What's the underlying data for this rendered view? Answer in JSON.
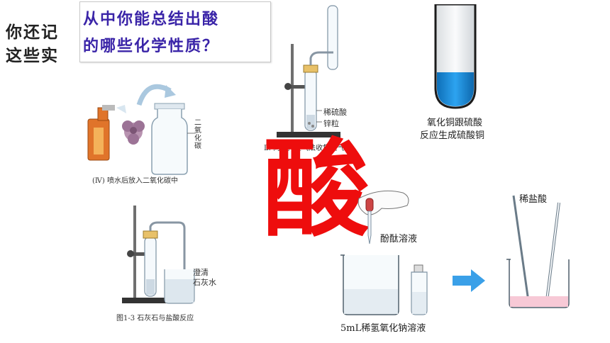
{
  "question": {
    "back_line1": "你还记",
    "back_line2": "这些实",
    "front_line1": "从中你能总结出酸",
    "front_line2": "的哪些化学性质？"
  },
  "center_char": "酸",
  "fig_spray": {
    "caption": "(Ⅳ) 喷水后放入二氧化碳中",
    "gas_label": "二氧化碳"
  },
  "fig_hydrogen": {
    "label_acid": "稀硫酸",
    "label_zinc": "锌粒",
    "caption": "Ⅱ. 向下排空气法收集氢气"
  },
  "fig_cuo": {
    "caption_line1": "氧化铜跟硫酸",
    "caption_line2": "反应生成硫酸铜"
  },
  "fig_limestone": {
    "label_limewater_1": "澄清",
    "label_limewater_2": "石灰水",
    "caption": "图1-3  石灰石与盐酸反应"
  },
  "fig_phenol": {
    "label_indicator": "酚酞溶液",
    "label_solution": "5mL稀氢氧化钠溶液"
  },
  "fig_hcl": {
    "label_hcl": "稀盐酸"
  },
  "colors": {
    "question_text": "#3a24a8",
    "big_char": "#ee0d0d",
    "copper_sulfate": "#1c8fe0",
    "arrow": "#3aa0e8",
    "pink_solution": "#f7c9d6"
  }
}
